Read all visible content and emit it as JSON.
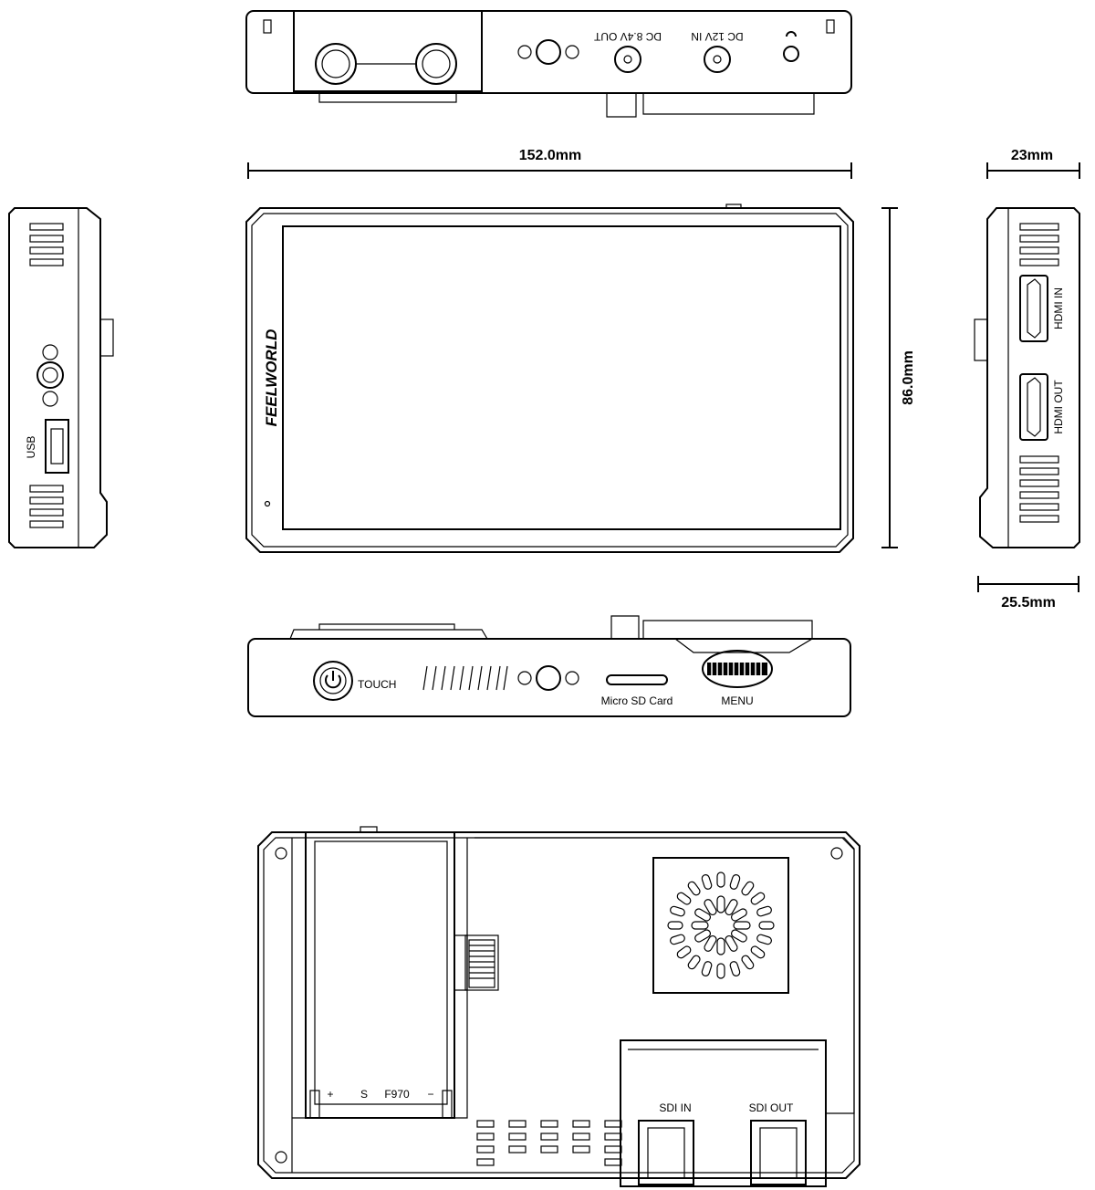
{
  "dimensions": {
    "width": "152.0mm",
    "height": "86.0mm",
    "depth_body": "23mm",
    "depth_total": "25.5mm"
  },
  "top_view": {
    "dc_out_label": "DC 8.4V OUT",
    "dc_in_label": "DC 12V IN"
  },
  "front_view": {
    "brand": "FEELWORLD"
  },
  "left_view": {
    "usb_label": "USB"
  },
  "right_view": {
    "hdmi_in_label": "HDMI IN",
    "hdmi_out_label": "HDMI OUT"
  },
  "bottom_view": {
    "touch_label": "TOUCH",
    "sd_label": "Micro SD Card",
    "menu_label": "MENU"
  },
  "back_view": {
    "plus": "+",
    "s_label": "S",
    "battery_label": "F970",
    "minus": "−",
    "sdi_in_label": "SDI IN",
    "sdi_out_label": "SDI OUT"
  }
}
